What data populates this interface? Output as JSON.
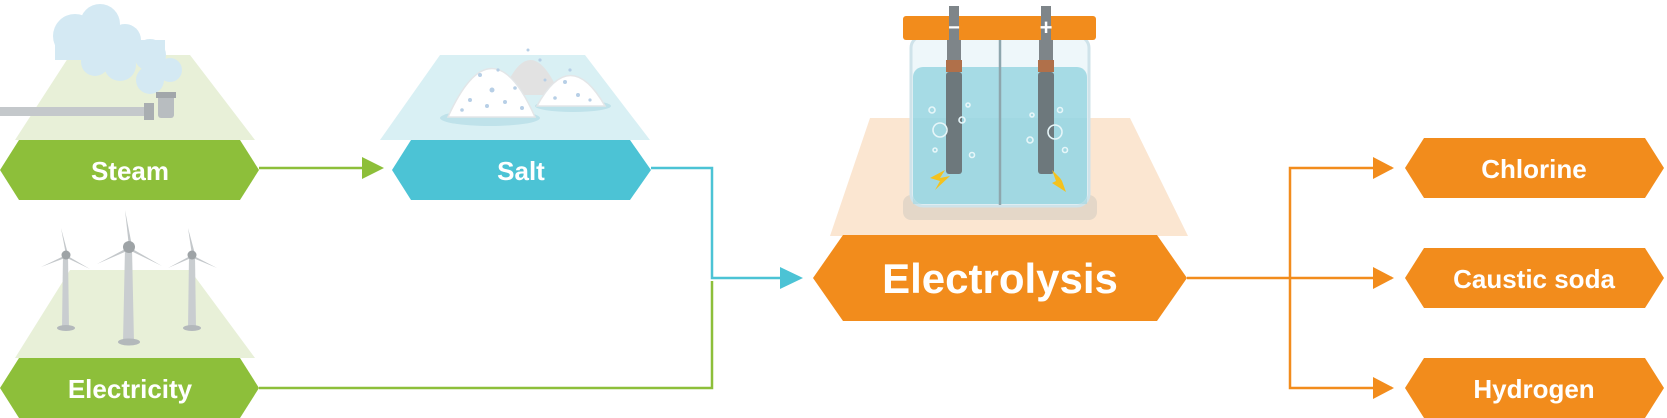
{
  "inputs": {
    "steam": "Steam",
    "salt": "Salt",
    "electricity": "Electricity"
  },
  "process": {
    "label": "Electrolysis",
    "minus": "−",
    "plus": "+"
  },
  "outputs": {
    "chlorine": "Chlorine",
    "caustic_soda": "Caustic soda",
    "hydrogen": "Hydrogen"
  },
  "colors": {
    "green": "#8dbf3a",
    "blue": "#4cc3d5",
    "orange": "#f28c1c"
  }
}
